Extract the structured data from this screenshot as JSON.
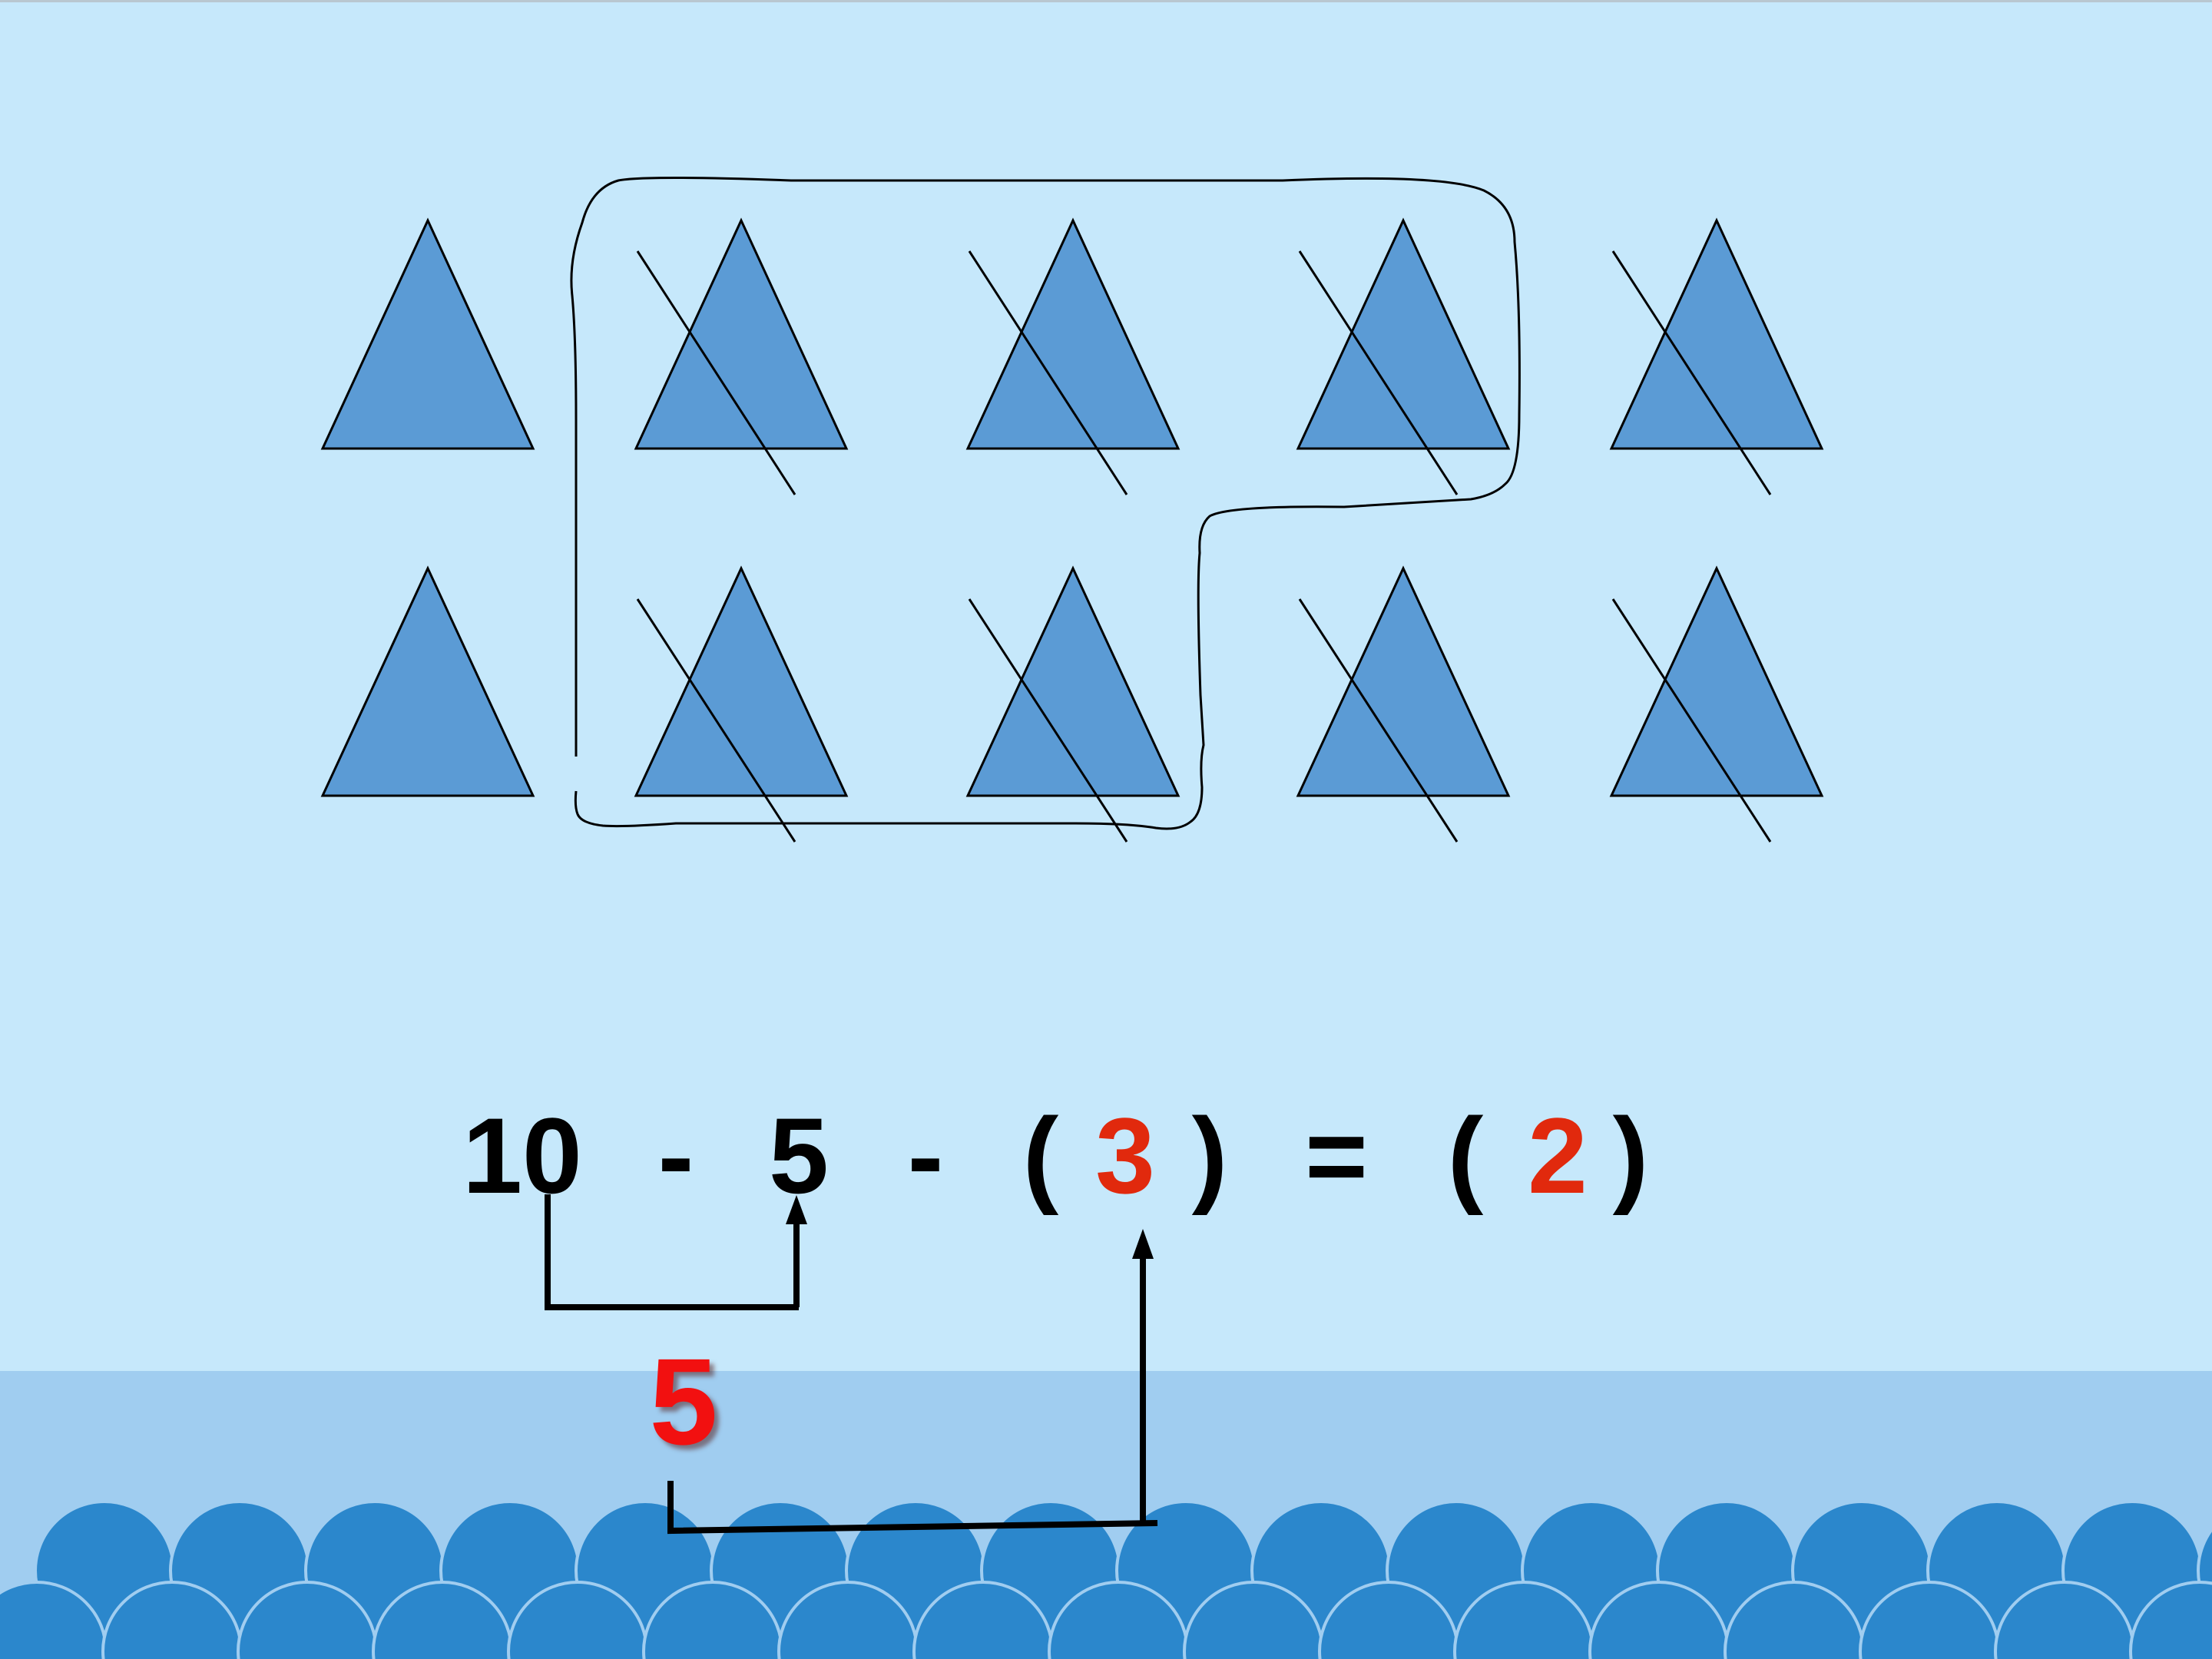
{
  "equation": {
    "minuend": "10",
    "op1": "-",
    "subtrahend": "5",
    "op2": "-",
    "open_paren_1": "(",
    "blank_answer_1": "3",
    "close_paren_1": ")",
    "equals": "=",
    "open_paren_2": "(",
    "blank_answer_2": "2",
    "close_paren_2": ")"
  },
  "intermediate_result": "5",
  "shapes": {
    "rows": [
      [
        {
          "crossed": false
        },
        {
          "crossed": true
        },
        {
          "crossed": true
        },
        {
          "crossed": true
        },
        {
          "crossed": true
        }
      ],
      [
        {
          "crossed": false
        },
        {
          "crossed": true
        },
        {
          "crossed": true
        },
        {
          "crossed": true
        },
        {
          "crossed": true
        }
      ]
    ],
    "fill_color": "#5b9bd5",
    "stroke_color": "#000000"
  },
  "colors": {
    "background": "#c6e8fb",
    "bottom_band": "#a0cdf0",
    "wave": "#2b87cc",
    "answer": "#e1290d",
    "highlight_number": "#f21010"
  }
}
